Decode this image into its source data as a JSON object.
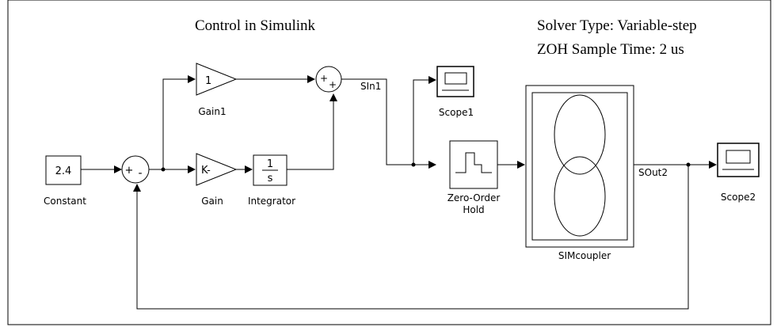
{
  "header": {
    "title": "Control in Simulink",
    "solver_type": "Solver Type: Variable-step",
    "zoh_sample_time": "ZOH Sample Time: 2 us"
  },
  "blocks": {
    "constant": {
      "value": "2.4",
      "label": "Constant"
    },
    "gain1": {
      "value": "1",
      "label": "Gain1"
    },
    "gain": {
      "value": "K-",
      "label": "Gain"
    },
    "integrator": {
      "numerator": "1",
      "denominator": "s",
      "label": "Integrator"
    },
    "scope1": {
      "label": "Scope1"
    },
    "scope2": {
      "label": "Scope2"
    },
    "zoh": {
      "label_line1": "Zero-Order",
      "label_line2": "Hold"
    },
    "simcoupler": {
      "label": "SIMcoupler"
    }
  },
  "sum_blocks": {
    "sum1_signs": {
      "plus": "+",
      "minus": "-"
    },
    "sum2_signs": {
      "plus_top": "+",
      "plus_bottom": "+"
    }
  },
  "signals": {
    "sin": "SIn1",
    "sout": "SOut2"
  },
  "colors": {
    "line": "#000000",
    "background": "#ffffff"
  }
}
